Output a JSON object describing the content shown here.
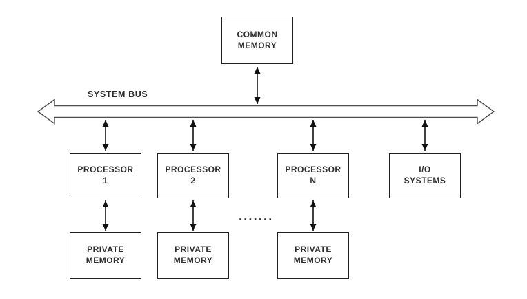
{
  "diagram": {
    "bus_label": "SYSTEM BUS",
    "ellipsis": ".......",
    "colors": {
      "background": "#ffffff",
      "box_border": "#1f1f1f",
      "bus_outline": "#4d4d4d",
      "arrow": "#111111",
      "text": "#2d2d2d"
    },
    "nodes": {
      "common_memory": {
        "line1": "COMMON",
        "line2": "MEMORY"
      },
      "processor_1": {
        "line1": "PROCESSOR",
        "line2": "1"
      },
      "processor_2": {
        "line1": "PROCESSOR",
        "line2": "2"
      },
      "processor_n": {
        "line1": "PROCESSOR",
        "line2": "N"
      },
      "io_systems": {
        "line1": "I/O",
        "line2": "SYSTEMS"
      },
      "private_memory_1": {
        "line1": "PRIVATE",
        "line2": "MEMORY"
      },
      "private_memory_2": {
        "line1": "PRIVATE",
        "line2": "MEMORY"
      },
      "private_memory_3": {
        "line1": "PRIVATE",
        "line2": "MEMORY"
      }
    }
  }
}
